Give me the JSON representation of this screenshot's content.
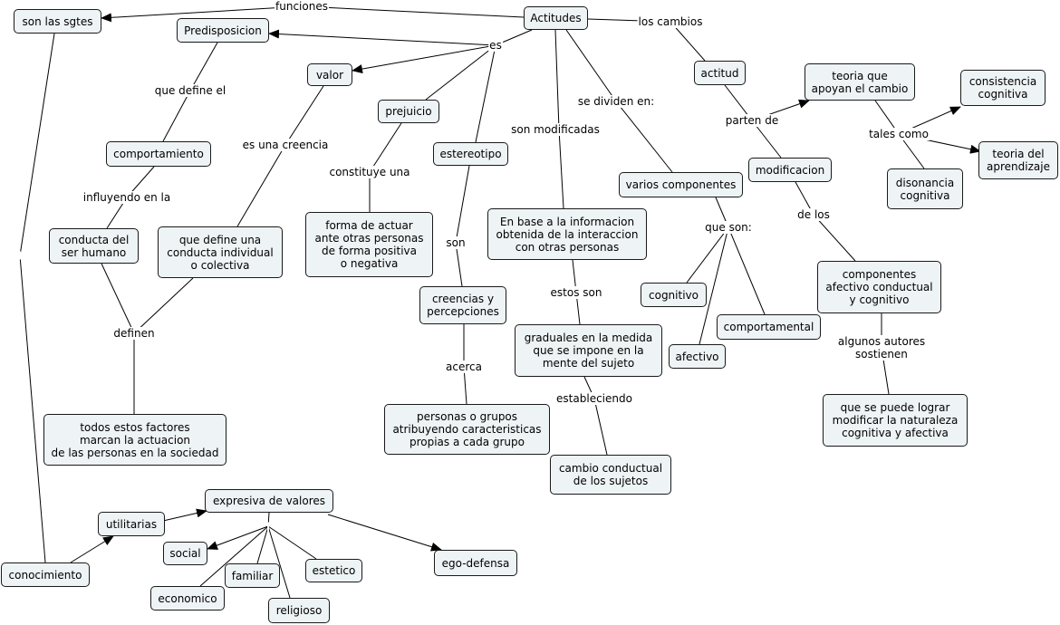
{
  "concepts": {
    "actitudes": "Actitudes",
    "son_las_sgtes": "son las sgtes",
    "predisposicion": "Predisposicion",
    "valor": "valor",
    "prejuicio": "prejuicio",
    "estereotipo": "estereotipo",
    "actitud": "actitud",
    "teoria_cambio": "teoria que\napoyan el cambio",
    "consistencia": "consistencia\ncognitiva",
    "teoria_aprendizaje": "teoria del\naprendizaje",
    "disonancia": "disonancia\ncognitiva",
    "modificacion": "modificacion",
    "comportamiento": "comportamiento",
    "conducta_humano": "conducta del\nser humano",
    "define_conducta": "que define una\nconducta individual\no colectiva",
    "forma_actuar": "forma de actuar\nante otras personas\nde forma positiva\no negativa",
    "varios_componentes": "varios componentes",
    "en_base": "En base a la informacion\nobtenida de la interaccion\ncon otras personas",
    "cognitivo": "cognitivo",
    "comportamental": "comportamental",
    "afectivo": "afectivo",
    "componentes_afectivo": "componentes\nafectivo conductual\ny cognitivo",
    "creencias": "creencias y\npercepciones",
    "graduales": "graduales en la medida\nque se impone en la\nmente del sujeto",
    "todos_factores": "todos estos factores\nmarcan la actuacion\nde las personas en la sociedad",
    "personas_grupos": "personas o grupos\natribuyendo caracteristicas\npropias a cada grupo",
    "se_puede_lograr": "que se puede lograr\nmodificar la naturaleza\ncognitiva y afectiva",
    "cambio_conductual": "cambio conductual\nde los sujetos",
    "expresiva": "expresiva de valores",
    "utilitarias": "utilitarias",
    "social": "social",
    "familiar": "familiar",
    "estetico": "estetico",
    "ego_defensa": "ego-defensa",
    "conocimiento": "conocimiento",
    "economico": "economico",
    "religioso": "religioso"
  },
  "link_labels": {
    "funciones": "funciones",
    "los_cambios": "los cambios",
    "es": "es",
    "que_define_el": "que define el",
    "es_una_creencia": "es una creencia",
    "constituye_una": "constituye una",
    "son_modificadas": "son modificadas",
    "se_dividen_en": "se dividen en:",
    "parten_de": "parten de",
    "tales_como": "tales como",
    "influyendo_en_la": "influyendo en la",
    "que_son": "que son:",
    "de_los": "de los",
    "son": "son",
    "definen": "definen",
    "estos_son": "estos son",
    "acerca": "acerca",
    "algunos_autores": "algunos autores\nsostienen",
    "estableciendo": "estableciendo"
  },
  "colors": {
    "node_fill": "#eef3f5",
    "node_border": "#1a1a1a",
    "line": "#000000"
  }
}
